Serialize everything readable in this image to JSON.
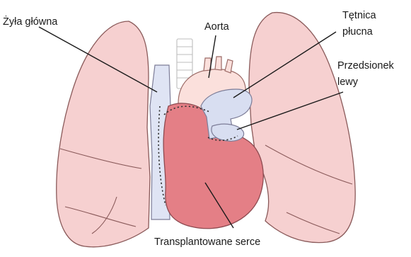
{
  "labels": {
    "vena_cava": "Żyła główna",
    "aorta": "Aorta",
    "pulmonary_artery_line1": "Tętnica",
    "pulmonary_artery_line2": "płucna",
    "left_atrium_line1": "Przedsionek",
    "left_atrium_line2": "lewy",
    "transplanted_heart": "Transplantowane serce"
  },
  "colors": {
    "lung": "#f6d0d0",
    "heart": "#e47f86",
    "vein": "#dfe4f4",
    "aorta": "#fbe0dc"
  }
}
